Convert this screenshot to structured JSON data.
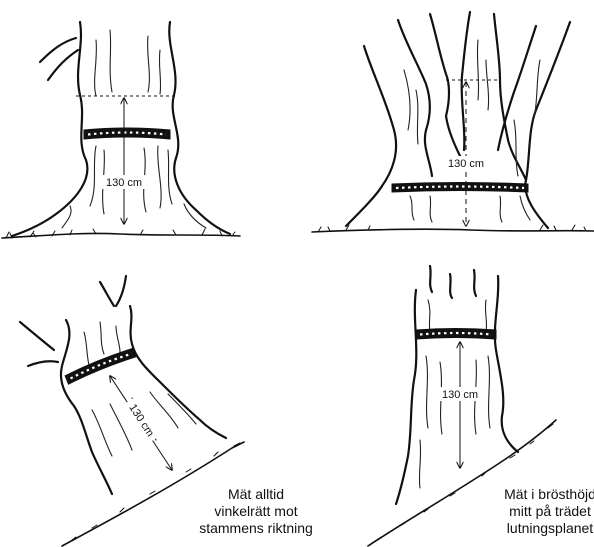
{
  "panels": [
    {
      "id": "straight-tree",
      "measure_label": "130 cm"
    },
    {
      "id": "forked-tree",
      "measure_label": "130 cm"
    },
    {
      "id": "leaning-tree-on-slope",
      "measure_label": "130 cm"
    },
    {
      "id": "upright-tree-on-slope",
      "measure_label": "130 cm"
    }
  ],
  "captions": {
    "left": {
      "line1": "Mät alltid",
      "line2": "vinkelrätt mot",
      "line3": "stammens riktning"
    },
    "right": {
      "line1": "Mät i brösthöjd",
      "line2": "mitt på trädet",
      "line3": "lutningsplanet"
    }
  }
}
